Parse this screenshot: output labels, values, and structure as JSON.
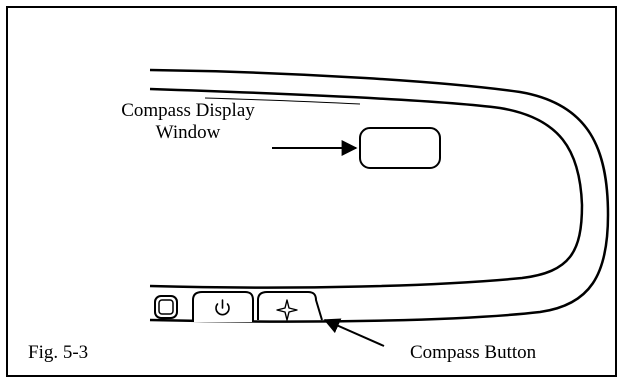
{
  "figure": {
    "label": "Fig. 5-3",
    "colors": {
      "stroke": "#000000",
      "background": "#ffffff"
    }
  },
  "callouts": {
    "compass_display": {
      "line1": "Compass Display",
      "line2": "Window"
    },
    "compass_button": "Compass Button"
  },
  "icons": {
    "left_button": "square-button-icon",
    "power_button": "power-icon",
    "compass_button": "compass-star-icon"
  }
}
